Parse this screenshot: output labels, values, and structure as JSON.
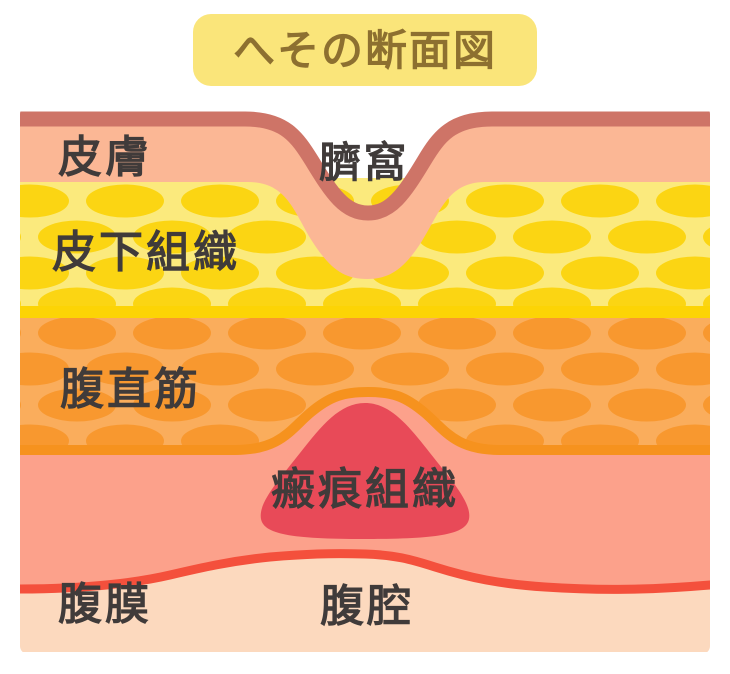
{
  "title": {
    "text": "へその断面図"
  },
  "diagram": {
    "labels": {
      "skin": "皮膚",
      "navel_pit": "臍窩",
      "subcutaneous_tissue": "皮下組織",
      "rectus_abdominis": "腹直筋",
      "scar_tissue": "瘢痕組織",
      "peritoneum": "腹膜",
      "abdominal_cavity": "腹腔"
    },
    "colors": {
      "background": "#FFFFFF",
      "title_box": "#FAE57A",
      "title_text": "#8D7030",
      "skin_border": "#CE7467",
      "skin_fill": "#FBB795",
      "subcutaneous_bg": "#FBEA7D",
      "subcutaneous_oval": "#FBD513",
      "subcutaneous_line": "#FCD405",
      "rectus_bg": "#FAAD5C",
      "rectus_oval": "#F8982F",
      "rectus_line": "#F6921E",
      "inner_layer": "#FCA18B",
      "scar": "#E84A58",
      "peritoneum_line": "#F4503C",
      "cavity_bg": "#FCD9BE",
      "label_text": "#403B3A"
    }
  }
}
